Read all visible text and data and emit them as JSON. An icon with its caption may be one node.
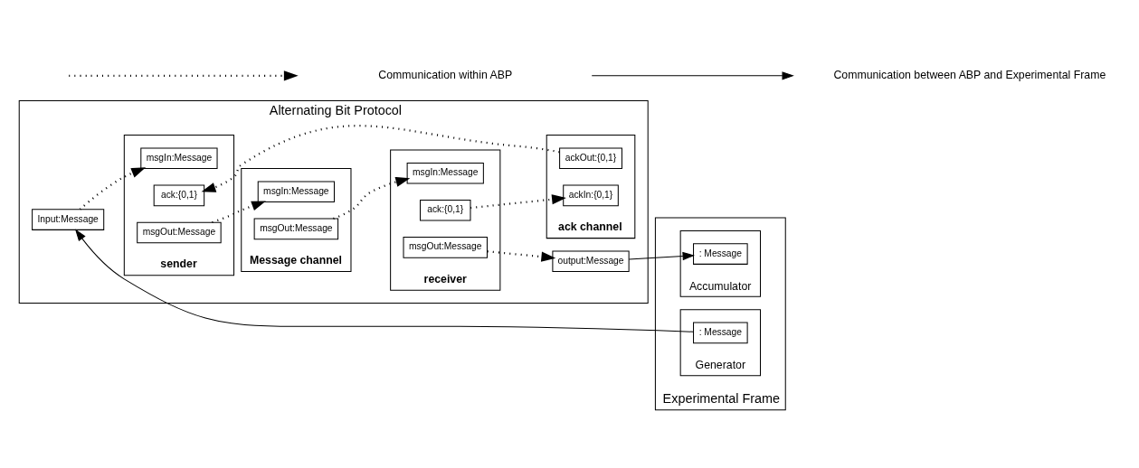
{
  "diagram": {
    "nodes": [
      {
        "text": [
          "Experimental Frame"
        ]
      },
      {
        "text": [
          "Generator"
        ],
        "in": 0
      },
      {
        "text": [
          ": Message"
        ],
        "in": 1
      },
      {
        "text": [
          "Accumulator"
        ],
        "in": 0
      },
      {
        "text": [
          ": Message"
        ],
        "in": 3
      },
      {
        "text": [
          "Alternating Bit Protocol"
        ]
      },
      {
        "text": [
          "Input:Message"
        ],
        "in": 5
      },
      {
        "text": [
          "output:Message"
        ],
        "in": 5
      },
      {
        "text": [
          "sender"
        ],
        "in": 5
      },
      {
        "text": [
          "msgIn:Message"
        ],
        "in": 8
      },
      {
        "text": [
          "msgOut:Message"
        ],
        "in": 8
      },
      {
        "text": [
          "ack:{0,1}"
        ],
        "in": 8
      },
      {
        "text": [
          "receiver"
        ],
        "in": 5
      },
      {
        "text": [
          "msgIn:Message"
        ],
        "in": 12
      },
      {
        "text": [
          "msgOut:Message"
        ],
        "in": 12
      },
      {
        "text": [
          "ack:{0,1}"
        ],
        "in": 12
      },
      {
        "text": [
          "Message channel"
        ],
        "in": 5
      },
      {
        "text": [
          "msgIn:Message"
        ],
        "in": 16
      },
      {
        "text": [
          "msgOut:Message"
        ],
        "in": 16
      },
      {
        "text": [
          "ack channel"
        ],
        "in": 5
      },
      {
        "text": [
          "ackIn:{0,1}"
        ],
        "in": 19
      },
      {
        "text": [
          "ackOut:{0,1}"
        ],
        "in": 19
      }
    ],
    "edges": [
      {
        "from": 2,
        "to": 6,
        "arrow": "to"
      },
      {
        "from": 6,
        "to": 9,
        "arrow": "to",
        "style": "dashed"
      },
      {
        "from": 10,
        "to": 17,
        "arrow": "to",
        "style": "dashed"
      },
      {
        "from": 18,
        "to": 13,
        "arrow": "to",
        "style": "dashed"
      },
      {
        "from": 14,
        "to": 7,
        "arrow": "to",
        "style": "dashed"
      },
      {
        "from": 15,
        "to": 20,
        "arrow": "to",
        "style": "dashed"
      },
      {
        "from": 21,
        "to": 11,
        "arrow": "to",
        "style": "dashed"
      },
      {
        "from": 7,
        "to": 4,
        "arrow": "to"
      }
    ],
    "legend": [
      {
        "text": "Communication within ABP"
      },
      {
        "text": "Communication between ABP and Experimental Frame"
      }
    ]
  }
}
